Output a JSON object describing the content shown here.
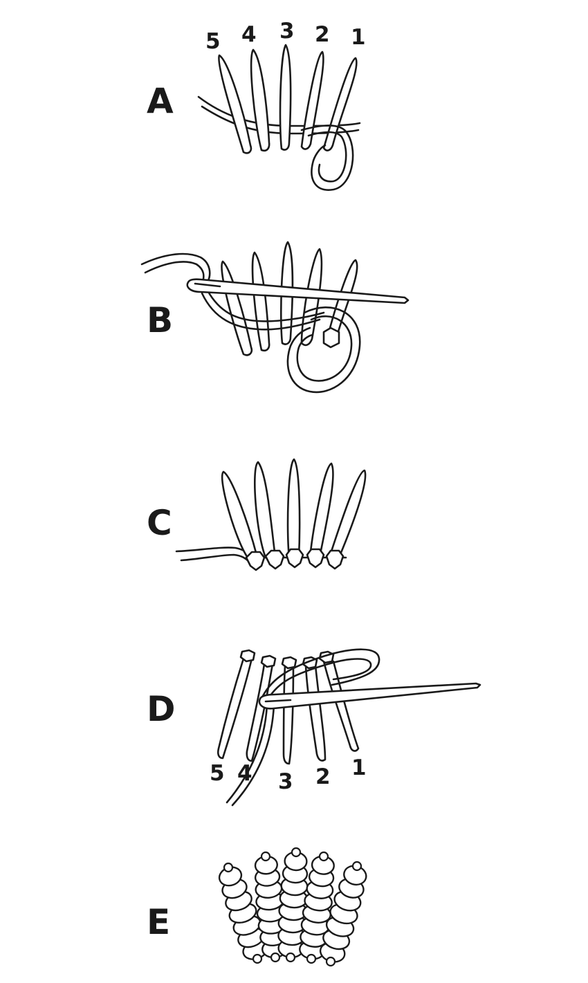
{
  "steps": [
    {
      "letter": "A",
      "numbers": [
        "5",
        "4",
        "3",
        "2",
        "1"
      ]
    },
    {
      "letter": "B"
    },
    {
      "letter": "C"
    },
    {
      "letter": "D",
      "numbers": [
        "5",
        "4",
        "3",
        "2",
        "1"
      ]
    },
    {
      "letter": "E"
    }
  ],
  "colors": {
    "ink": "#1a1a1a",
    "paper": "#ffffff"
  }
}
